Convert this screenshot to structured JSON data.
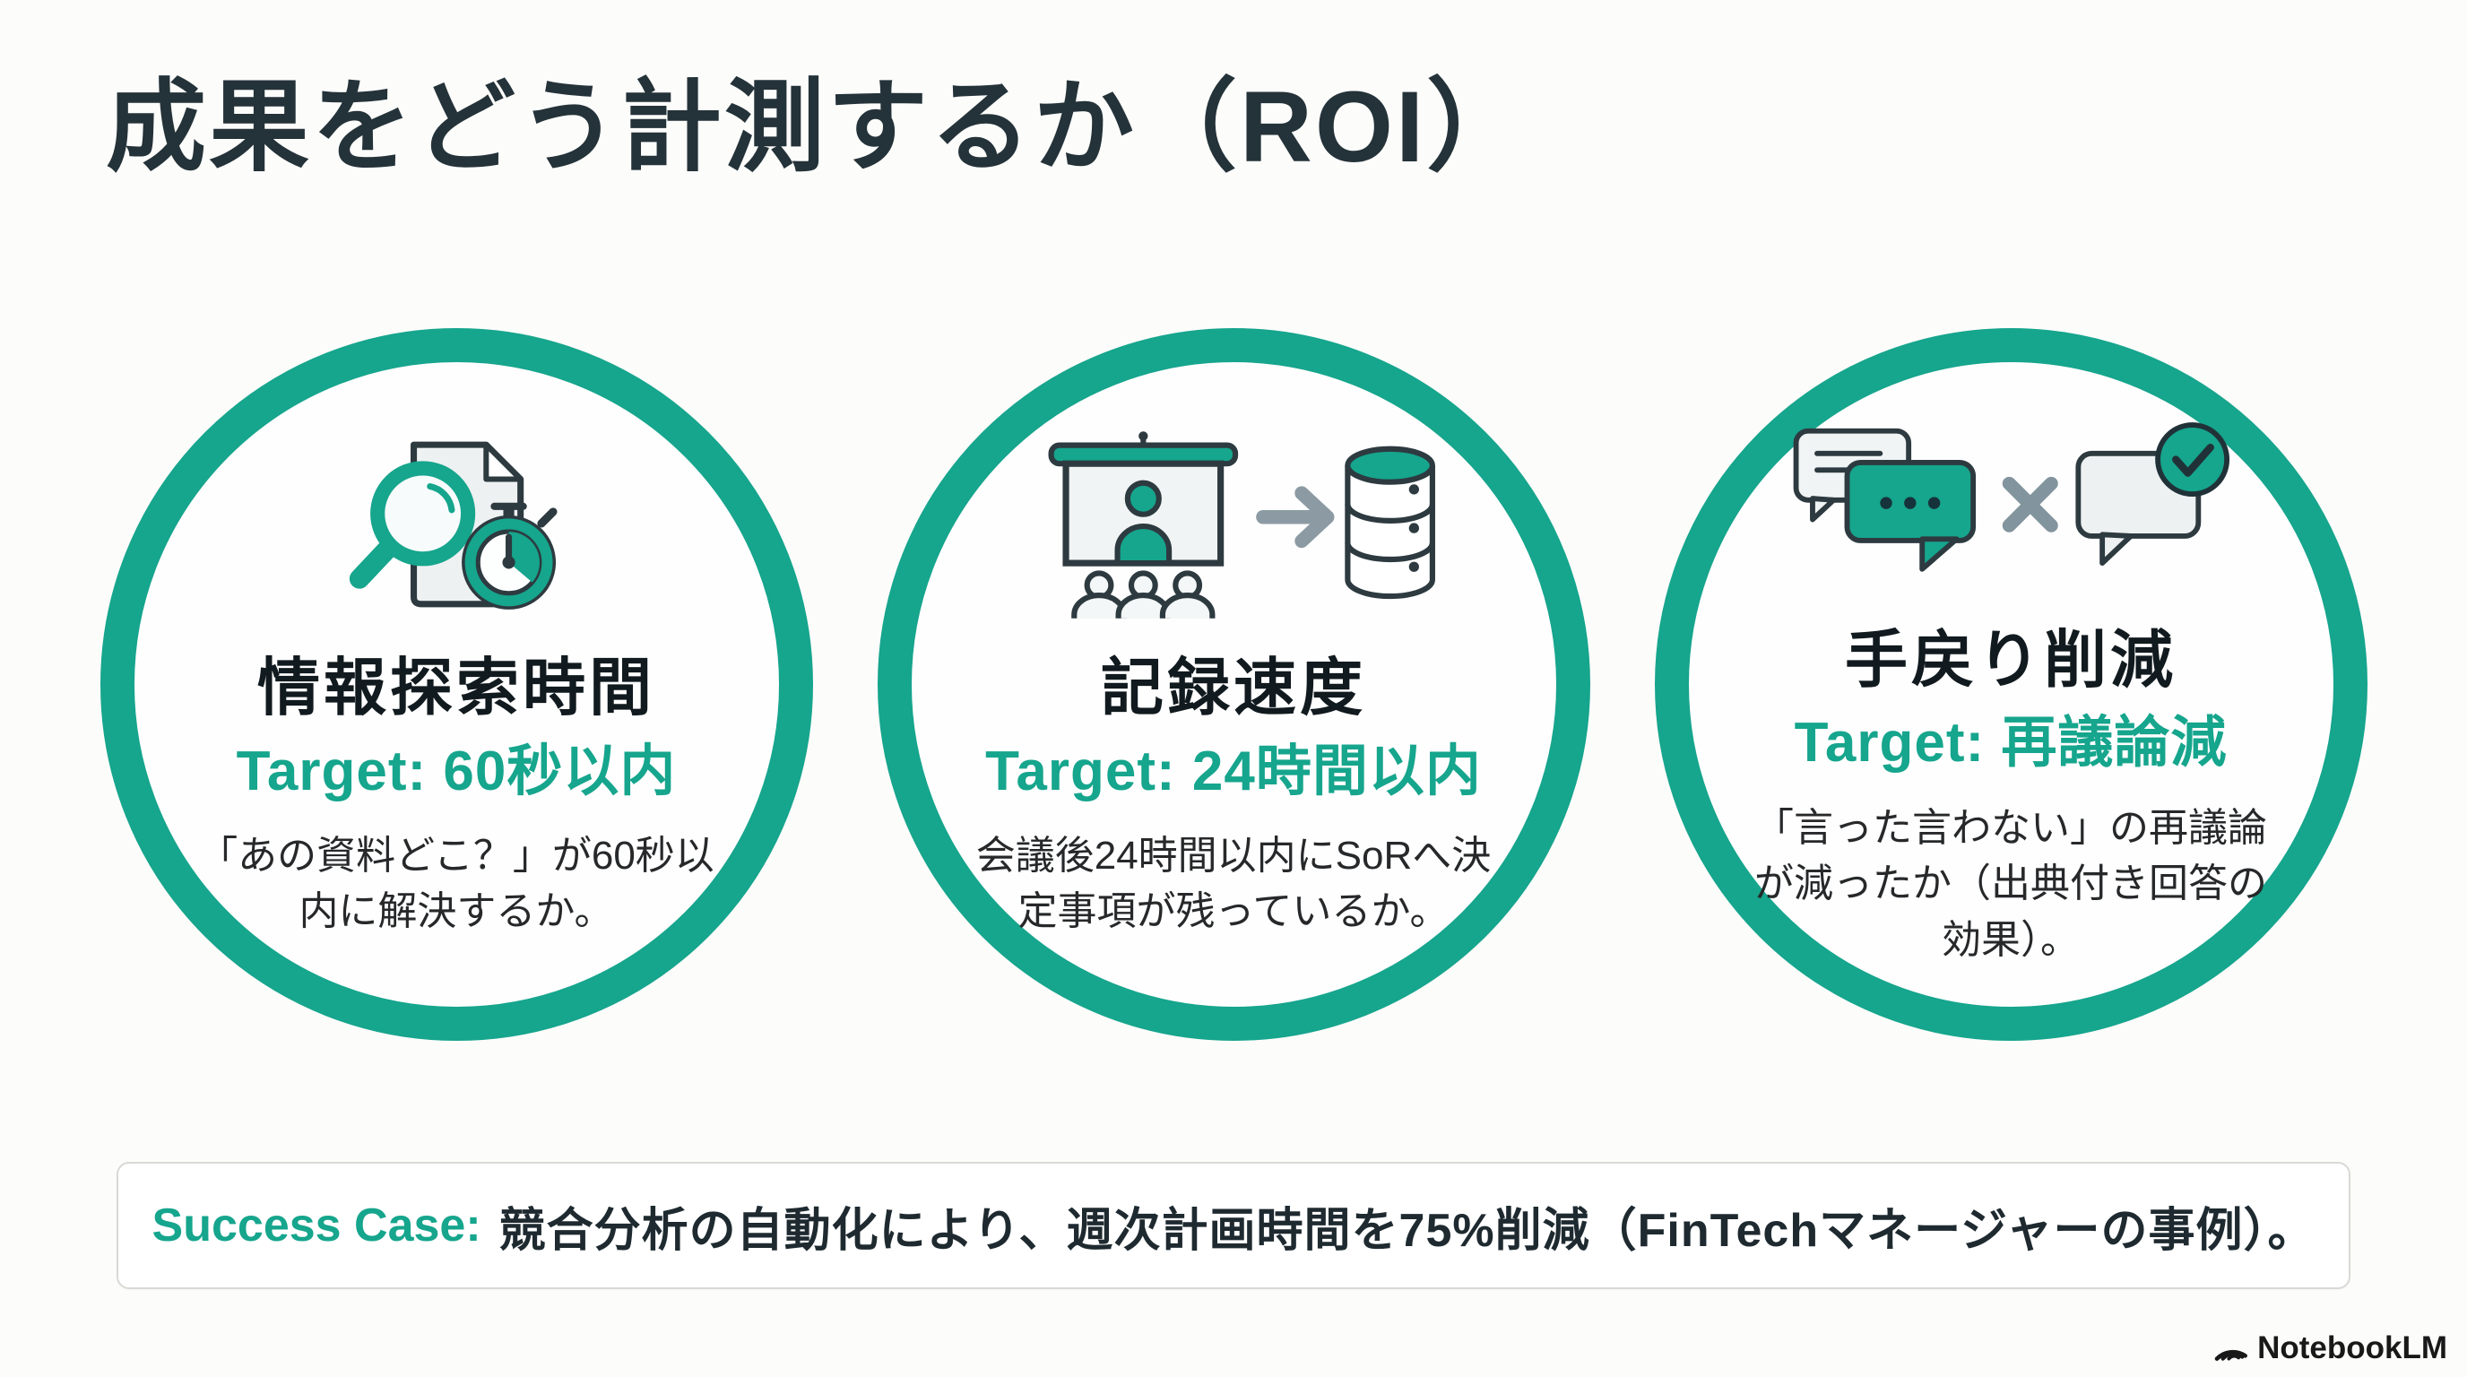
{
  "slide": {
    "title": "成果をどう計測するか（ROI）"
  },
  "colors": {
    "accent_teal": "#16a58d",
    "title_text": "#243239",
    "body_text": "#26282a",
    "icon_outline": "#2d3a40"
  },
  "metrics": [
    {
      "icon": "document-search-timer-icon",
      "title": "情報探索時間",
      "target": "Target: 60秒以内",
      "description": "「あの資料どこ？」が60秒以内に解決するか。"
    },
    {
      "icon": "meeting-to-database-icon",
      "title": "記録速度",
      "target": "Target: 24時間以内",
      "description": "会議後24時間以内にSoRへ決定事項が残っているか。"
    },
    {
      "icon": "chat-dispute-resolved-icon",
      "title": "手戻り削減",
      "target": "Target: 再議論減",
      "description": "「言った言わない」の再議論が減ったか（出典付き回答の効果）。"
    }
  ],
  "success_case": {
    "label": "Success Case:",
    "text": "競合分析の自動化により、週次計画時間を75%削減（FinTechマネージャーの事例）。"
  },
  "footer": {
    "brand": "NotebookLM"
  }
}
